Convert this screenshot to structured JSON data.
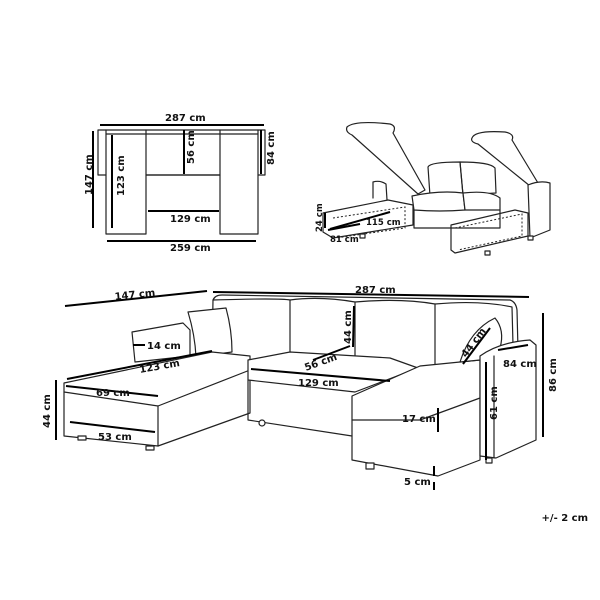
{
  "top_view": {
    "width_total": "287 cm",
    "depth_total": "147 cm",
    "chaise_inner_depth": "123 cm",
    "seat_depth": "56 cm",
    "back_depth_right": "84 cm",
    "middle_width": "129 cm",
    "inner_width": "259 cm"
  },
  "storage_view": {
    "storage_height": "24 cm",
    "storage_width": "81 cm",
    "storage_length": "115 cm"
  },
  "main_view": {
    "chaise_length": "147 cm",
    "overall_width": "287 cm",
    "armrest_width": "14 cm",
    "chaise_seat_length": "123 cm",
    "chaise_seat_width": "69 cm",
    "seat_height": "44 cm",
    "chaise_base_width": "53 cm",
    "middle_seat_depth": "56 cm",
    "back_height": "44 cm",
    "middle_seat_width": "129 cm",
    "cushion_size": "44 cm",
    "arm_depth": "84 cm",
    "cushion_thickness": "17 cm",
    "arm_height": "61 cm",
    "total_height": "86 cm",
    "leg_height": "5 cm"
  },
  "tolerance": "+/- 2 cm"
}
